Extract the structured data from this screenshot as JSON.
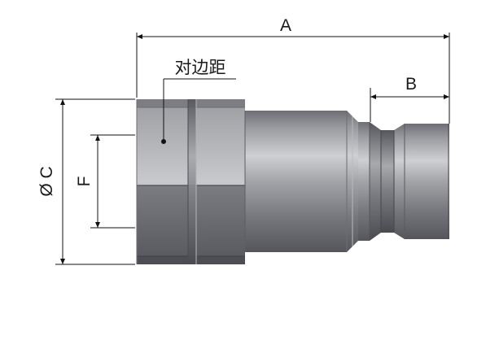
{
  "labels": {
    "dim_a": "A",
    "dim_b": "B",
    "dim_c": "Ø C",
    "dim_f": "F",
    "hex_across_flats": "对边距"
  },
  "colors": {
    "metal_dark": "#5e5f64",
    "metal_mid": "#8d8e93",
    "metal_light": "#c9cacd",
    "line": "#111111"
  }
}
